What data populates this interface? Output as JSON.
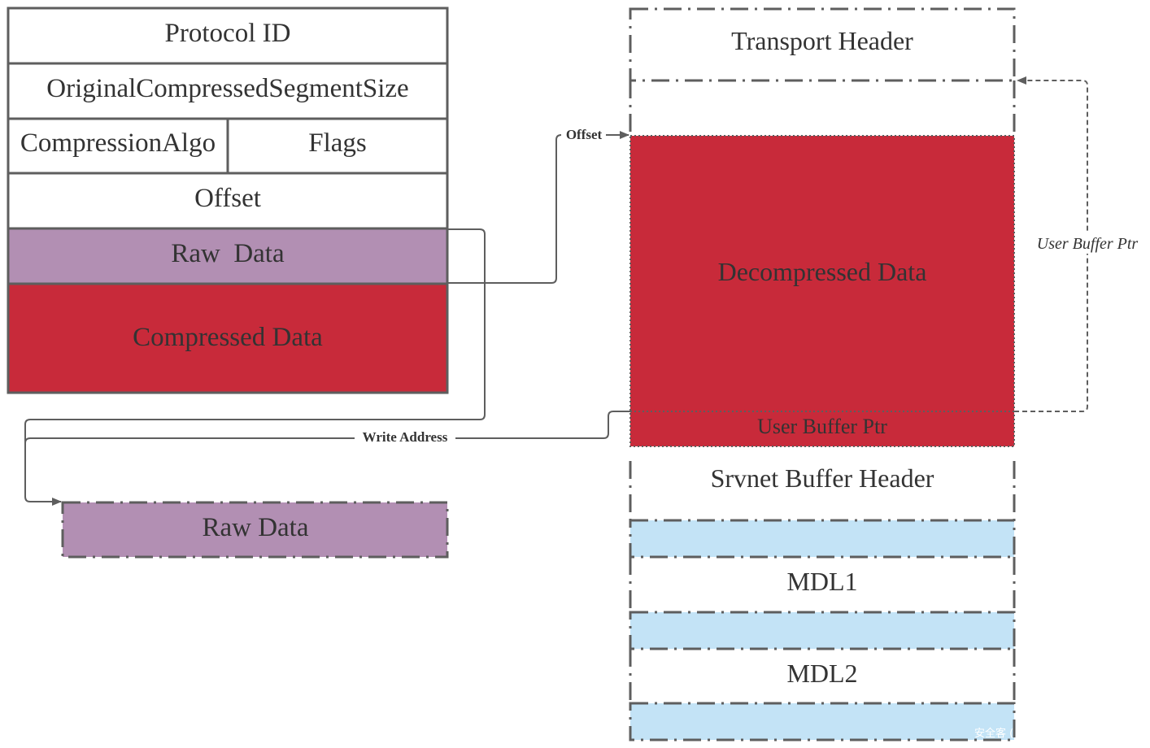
{
  "colors": {
    "stroke": "#5e5e5e",
    "text": "#333333",
    "red": "#c82a3a",
    "purple": "#b28fb3",
    "light_blue": "#c3e3f6",
    "white": "#ffffff"
  },
  "left_packet": {
    "protocol_id": "Protocol ID",
    "original_size": "OriginalCompressedSegmentSize",
    "compression_algo": "CompressionAlgo",
    "flags": "Flags",
    "offset": "Offset",
    "raw_data": "Raw  Data",
    "compressed_data": "Compressed Data"
  },
  "raw_data_dest": "Raw Data",
  "right_buffer": {
    "transport_header": "Transport Header",
    "decompressed_data": "Decompressed Data",
    "user_buffer_ptr_inner": "User Buffer Ptr",
    "srvnet_header": "Srvnet Buffer Header",
    "mdl1": "MDL1",
    "mdl2": "MDL2"
  },
  "connectors": {
    "offset_label": "Offset",
    "write_address_label": "Write Address",
    "user_buffer_ptr_label": "User Buffer Ptr"
  },
  "watermark": "安全客 ("
}
